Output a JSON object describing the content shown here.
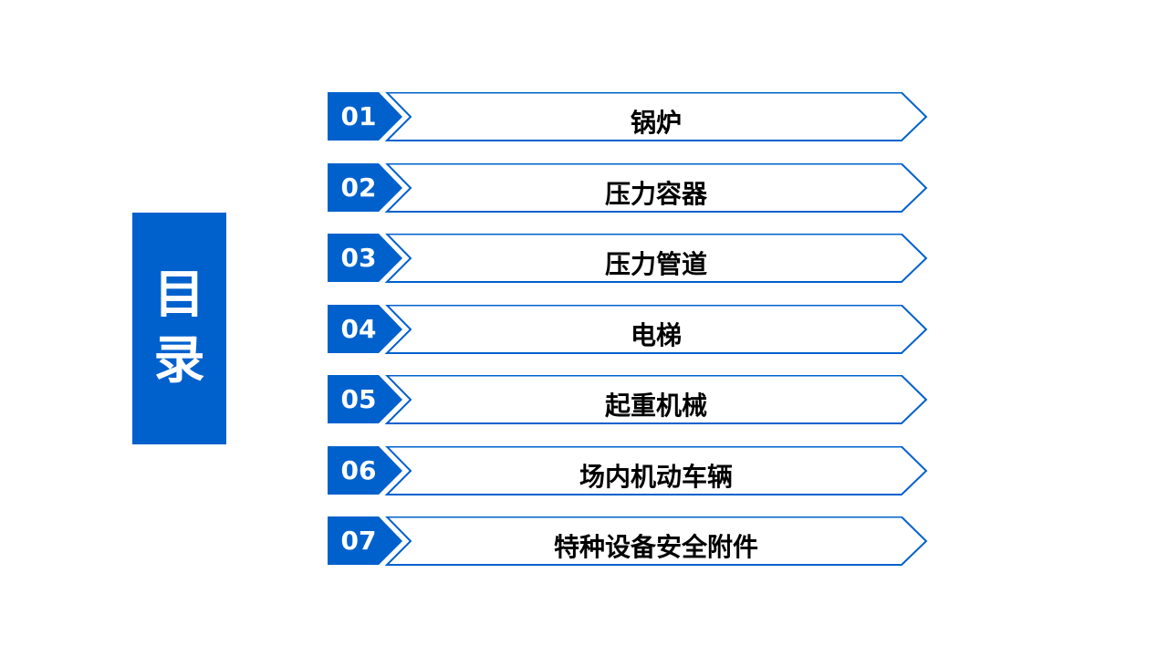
{
  "title": {
    "line1": "目",
    "line2": "录"
  },
  "accent_color": "#0061cd",
  "items": [
    {
      "number": "01",
      "label": "锅炉"
    },
    {
      "number": "02",
      "label": "压力容器"
    },
    {
      "number": "03",
      "label": "压力管道"
    },
    {
      "number": "04",
      "label": "电梯"
    },
    {
      "number": "05",
      "label": "起重机械"
    },
    {
      "number": "06",
      "label": "场内机动车辆"
    },
    {
      "number": "07",
      "label": "特种设备安全附件"
    }
  ]
}
